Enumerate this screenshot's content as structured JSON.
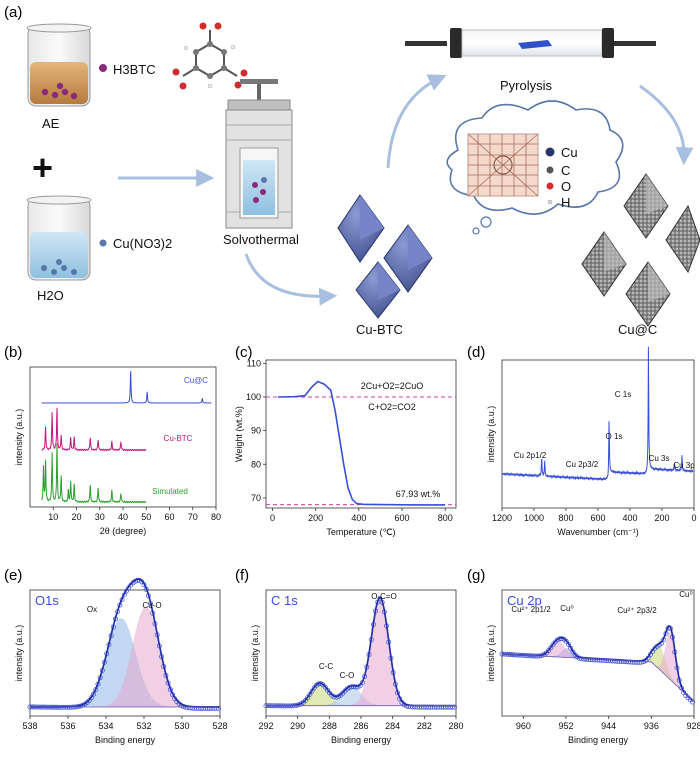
{
  "panel_labels": [
    "(a)",
    "(b)",
    "(c)",
    "(d)",
    "(e)",
    "(f)",
    "(g)"
  ],
  "schematic": {
    "reagent_top": "H3BTC",
    "solvent_top": "AE",
    "plus": "+",
    "reagent_bottom": "Cu(NO3)2",
    "solvent_bottom": "H2O",
    "step_solvothermal": "Solvothermal",
    "step_pyrolysis": "Pyrolysis",
    "product_mof": "Cu-BTC",
    "product_final": "Cu@C",
    "legend": [
      "Cu",
      "C",
      "O",
      "H"
    ]
  },
  "colors": {
    "blue": "#3a4fd8",
    "magenta": "#c2187a",
    "green": "#2c9e2c",
    "arrow": "#a9bfe0",
    "dashed": "#d03fa6"
  },
  "chart_data": [
    {
      "panel": "(b)",
      "type": "line",
      "xlabel": "2θ (degree)",
      "ylabel": "intensity (a.u.)",
      "xlim": [
        0,
        80
      ],
      "xticks": [
        10,
        20,
        30,
        40,
        50,
        60,
        70,
        80
      ],
      "series": [
        {
          "name": "Cu@C",
          "peaks": [
            [
              43.3,
              1.0
            ],
            [
              50.4,
              0.35
            ],
            [
              74.1,
              0.15
            ]
          ]
        },
        {
          "name": "Cu-BTC",
          "peaks": [
            [
              6.7,
              0.55
            ],
            [
              9.5,
              0.9
            ],
            [
              11.6,
              1.0
            ],
            [
              13.4,
              0.35
            ],
            [
              17.5,
              0.3
            ],
            [
              19.0,
              0.3
            ],
            [
              25.9,
              0.3
            ],
            [
              29.3,
              0.25
            ],
            [
              35.2,
              0.2
            ],
            [
              39.1,
              0.2
            ]
          ]
        },
        {
          "name": "Simulated",
          "peaks": [
            [
              5.8,
              0.6
            ],
            [
              6.7,
              0.7
            ],
            [
              9.5,
              0.85
            ],
            [
              11.6,
              1.0
            ],
            [
              13.4,
              0.45
            ],
            [
              16.5,
              0.2
            ],
            [
              17.5,
              0.35
            ],
            [
              19.0,
              0.3
            ],
            [
              25.9,
              0.3
            ],
            [
              29.3,
              0.25
            ],
            [
              35.2,
              0.2
            ],
            [
              39.1,
              0.15
            ]
          ]
        }
      ]
    },
    {
      "panel": "(c)",
      "type": "line",
      "xlabel": "Temperature (℃)",
      "ylabel": "Weight (wt.%)",
      "xlim": [
        -30,
        850
      ],
      "ylim": [
        67,
        111
      ],
      "xticks": [
        0,
        200,
        400,
        600,
        800
      ],
      "yticks": [
        70,
        80,
        90,
        100,
        110
      ],
      "reference_lines": [
        100,
        68
      ],
      "annotations": [
        "2Cu+O2=2CuO",
        "C+O2=CO2",
        "67.93 wt.%"
      ],
      "x": [
        25,
        100,
        150,
        180,
        210,
        240,
        270,
        290,
        310,
        330,
        350,
        370,
        390,
        420,
        500,
        600,
        700,
        800
      ],
      "values": [
        100,
        100.1,
        100.4,
        102.8,
        104.6,
        103.8,
        102,
        96,
        88,
        80,
        73,
        69.5,
        68.3,
        68.1,
        68.0,
        67.95,
        67.93,
        67.93
      ]
    },
    {
      "panel": "(d)",
      "type": "line",
      "xlabel": "Wavenumber (cm⁻¹)",
      "ylabel": "intensity (a.u.)",
      "xlim": [
        1200,
        0
      ],
      "xticks": [
        1200,
        1000,
        800,
        600,
        400,
        200,
        0
      ],
      "peak_labels": [
        "Cu 2p1/2",
        "Cu 2p3/2",
        "O 1s",
        "C 1s",
        "Cu 3s",
        "Cu 3p"
      ],
      "peaks": [
        [
          952,
          0.15
        ],
        [
          933,
          0.12
        ],
        [
          531,
          0.45
        ],
        [
          284.8,
          1.0
        ],
        [
          122,
          0.06
        ],
        [
          75,
          0.12
        ]
      ]
    },
    {
      "panel": "(e)",
      "type": "line",
      "title": "O1s",
      "xlabel": "Binding energy",
      "ylabel": "intensity (a.u.)",
      "xlim": [
        538,
        528
      ],
      "xticks": [
        538,
        536,
        534,
        532,
        530,
        528
      ],
      "components": [
        {
          "name": "Ox",
          "center": 533.2,
          "height": 0.78
        },
        {
          "name": "Cu-O",
          "center": 531.9,
          "height": 0.88
        }
      ]
    },
    {
      "panel": "(f)",
      "type": "line",
      "title": "C 1s",
      "xlabel": "Binding energy",
      "ylabel": "intensity (a.u.)",
      "xlim": [
        292,
        280
      ],
      "xticks": [
        292,
        290,
        288,
        286,
        284,
        282,
        280
      ],
      "components": [
        {
          "name": "C-C",
          "center": 288.6,
          "height": 0.2
        },
        {
          "name": "C-O",
          "center": 286.6,
          "height": 0.17
        },
        {
          "name": "O-C=O",
          "center": 284.8,
          "height": 0.95
        }
      ]
    },
    {
      "panel": "(g)",
      "type": "line",
      "title": "Cu 2p",
      "xlabel": "Binding energy",
      "ylabel": "intensity (a.u.)",
      "xlim": [
        964,
        928
      ],
      "xticks": [
        960,
        952,
        944,
        936,
        928
      ],
      "components": [
        {
          "name": "Cu2+ 2p1/2",
          "center": 953.5
        },
        {
          "name": "Cu0",
          "center": 951.8
        },
        {
          "name": "Cu2+ 2p3/2",
          "center": 934.5
        },
        {
          "name": "Cu0",
          "center": 932.4
        }
      ]
    }
  ]
}
